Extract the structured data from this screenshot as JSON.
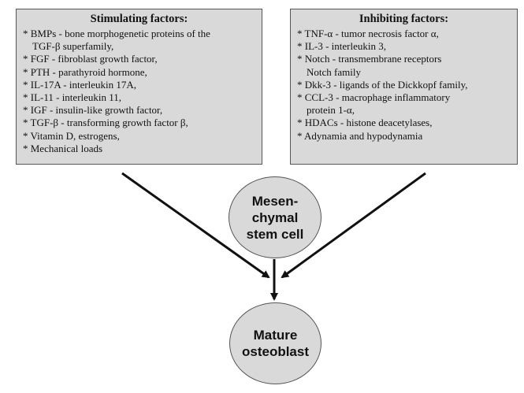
{
  "stimulating": {
    "title": "Stimulating factors:",
    "items": [
      {
        "line1": "BMPs - bone morphogenetic proteins of the",
        "line2": "TGF-β superfamily,"
      },
      {
        "line1": "FGF - fibroblast growth factor,",
        "line2": ""
      },
      {
        "line1": "PTH - parathyroid hormone,",
        "line2": ""
      },
      {
        "line1": "IL-17A - interleukin 17A,",
        "line2": ""
      },
      {
        "line1": "IL-11 - interleukin 11,",
        "line2": ""
      },
      {
        "line1": "IGF - insulin-like growth factor,",
        "line2": ""
      },
      {
        "line1": "TGF-β - transforming growth factor β,",
        "line2": ""
      },
      {
        "line1": "Vitamin D, estrogens,",
        "line2": ""
      },
      {
        "line1": "Mechanical loads",
        "line2": ""
      }
    ]
  },
  "inhibiting": {
    "title": "Inhibiting factors:",
    "items": [
      {
        "line1": "TNF-α - tumor necrosis factor α,",
        "line2": ""
      },
      {
        "line1": "IL-3 - interleukin 3,",
        "line2": ""
      },
      {
        "line1": "Notch - transmembrane receptors",
        "line2": "Notch family"
      },
      {
        "line1": "Dkk-3 - ligands of the Dickkopf family,",
        "line2": ""
      },
      {
        "line1": "CCL-3 - macrophage inflammatory",
        "line2": "protein 1-α,"
      },
      {
        "line1": "HDACs - histone deacetylases,",
        "line2": ""
      },
      {
        "line1": "Adynamia and hypodynamia",
        "line2": ""
      }
    ]
  },
  "nodes": {
    "msc": {
      "lines": [
        "Mesen-",
        "chymal",
        "stem cell"
      ]
    },
    "osteoblast": {
      "lines": [
        "Mature",
        "osteoblast"
      ]
    }
  },
  "colors": {
    "box_fill": "#d9d9d9",
    "border": "#555555",
    "arrow": "#111111"
  }
}
